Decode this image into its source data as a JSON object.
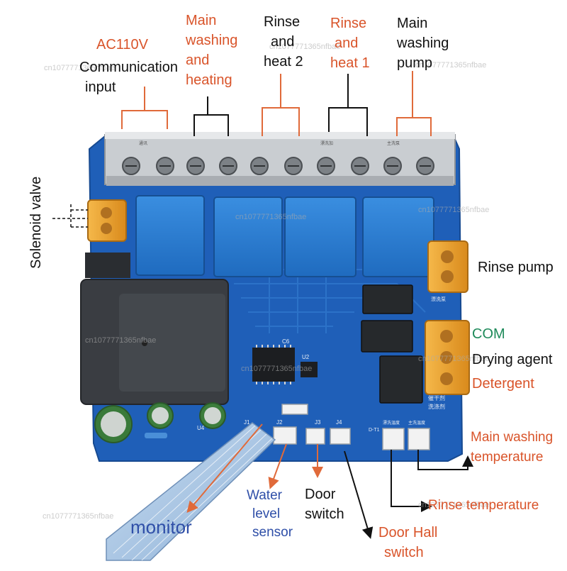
{
  "labels": {
    "ac110v": "AC110V",
    "comm_input_1": "Communication",
    "comm_input_2": "input",
    "main_wash_heat_1": "Main",
    "main_wash_heat_2": "washing",
    "main_wash_heat_3": "and",
    "main_wash_heat_4": "heating",
    "rinse_heat2_1": "Rinse",
    "rinse_heat2_2": "and",
    "rinse_heat2_3": "heat 2",
    "rinse_heat1_1": "Rinse",
    "rinse_heat1_2": "and",
    "rinse_heat1_3": "heat 1",
    "main_pump_1": "Main",
    "main_pump_2": "washing",
    "main_pump_3": "pump",
    "solenoid_valve": "Solenoid valve",
    "rinse_pump": "Rinse pump",
    "com": "COM",
    "drying_agent": "Drying agent",
    "detergent": "Detergent",
    "main_wash_temp_1": "Main washing",
    "main_wash_temp_2": "temperature",
    "rinse_temp": "Rinse temperature",
    "water_level_1": "Water",
    "water_level_2": "level",
    "water_level_3": "sensor",
    "door_switch_1": "Door",
    "door_switch_2": "switch",
    "door_hall_1": "Door Hall",
    "door_hall_2": "switch",
    "monitor": "monitor"
  },
  "board_marks": {
    "c6": "C6",
    "u2": "U2",
    "u4": "U4",
    "j1": "J1",
    "j2": "J2",
    "j3": "J3",
    "j4": "J4",
    "dt": "D-T1",
    "rinse_pump_cn": "漂洗泵",
    "dry_det_1": "催干剂",
    "dry_det_2": "洗涤剂",
    "rinse_temp_cn": "漂洗温度",
    "main_temp_cn": "主洗温度",
    "main_pump_cn": "主洗泵",
    "rinse_heat_cn": "漂洗加",
    "comm_cn": "通讯"
  },
  "watermark": "cn1077771365nfbae",
  "colors": {
    "board": "#1f5fb8",
    "relay": "#2b7bd0",
    "terminal": "#b8bcc0",
    "fuse": "#f0a030",
    "transformer": "#3a3d42",
    "label_black": "#111111",
    "label_orange": "#d9542a",
    "label_blue": "#2f4fa8",
    "label_green": "#1e8a5a",
    "arrow_orange": "#e06a3a"
  }
}
